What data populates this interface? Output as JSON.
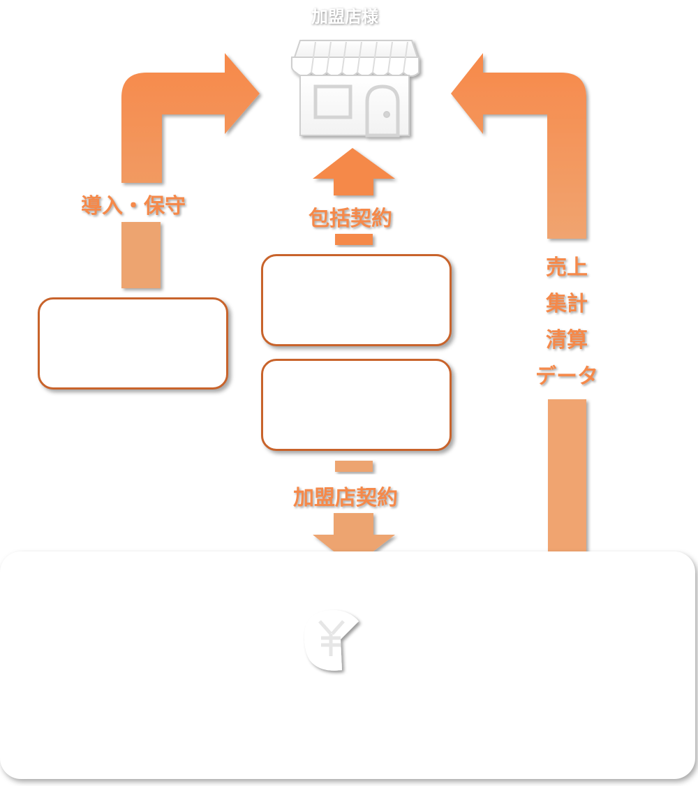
{
  "diagram": {
    "top_label": "加盟店様",
    "left_arrow_label": "導入・保守",
    "center_top_label": "包括契約",
    "center_bottom_label": "加盟店契約",
    "right_arrow_lines": [
      "売上",
      "集計",
      "清算",
      "データ"
    ],
    "icons": {
      "store": "store-icon",
      "money": "yen-coin-icon"
    },
    "colors": {
      "arrow_dark": "#f5894a",
      "arrow_light": "#eda46f",
      "box_border": "#c8632b"
    }
  }
}
